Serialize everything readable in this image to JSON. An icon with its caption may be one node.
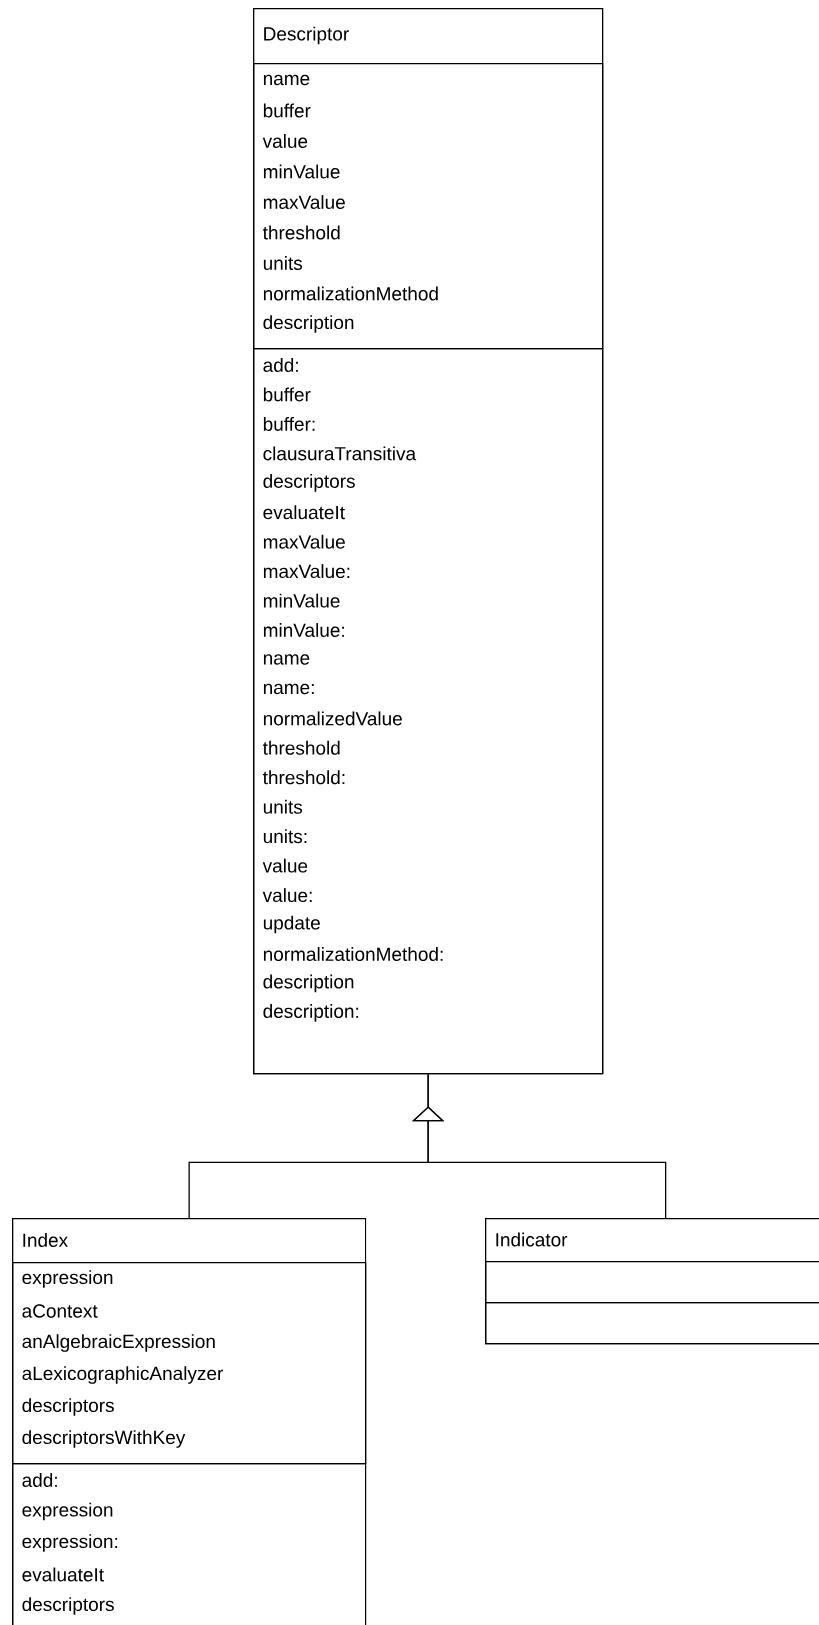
{
  "diagram": {
    "nodes": [
      {
        "text": [
          "Descriptor"
        ]
      },
      {
        "text": [
          "name",
          "buffer",
          "value",
          "minValue",
          "maxValue",
          "threshold",
          "units",
          "normalizationMethod",
          "description"
        ],
        "in": 0
      },
      {
        "text": [
          "add:",
          "buffer",
          "buffer:",
          "clausuraTransitiva",
          "descriptors",
          "evaluateIt",
          "maxValue",
          "maxValue:",
          "minValue",
          "minValue:",
          "name",
          "name:",
          "normalizedValue",
          "threshold",
          "threshold:",
          "units",
          "units:",
          "value",
          "value:",
          "update",
          "normalizationMethod:",
          "description",
          "description:"
        ],
        "in": 0
      },
      {
        "text": [
          "Index"
        ]
      },
      {
        "text": [
          "expression",
          "aContext",
          "anAlgebraicExpression",
          "aLexicographicAnalyzer",
          "descriptors",
          "descriptorsWithKey"
        ],
        "in": 3
      },
      {
        "text": [
          "add:",
          "expression",
          "expression:",
          "evaluateIt",
          "descriptors"
        ],
        "in": 3
      },
      {
        "text": [
          "Indicator"
        ]
      },
      {
        "text": [],
        "shape": "box",
        "in": 6
      },
      {
        "text": [],
        "shape": "box",
        "in": 6
      }
    ],
    "edges": [
      {
        "from": 3,
        "to": 0,
        "arrow": "to"
      },
      {
        "from": 6,
        "to": 0,
        "arrow": "to"
      }
    ]
  }
}
